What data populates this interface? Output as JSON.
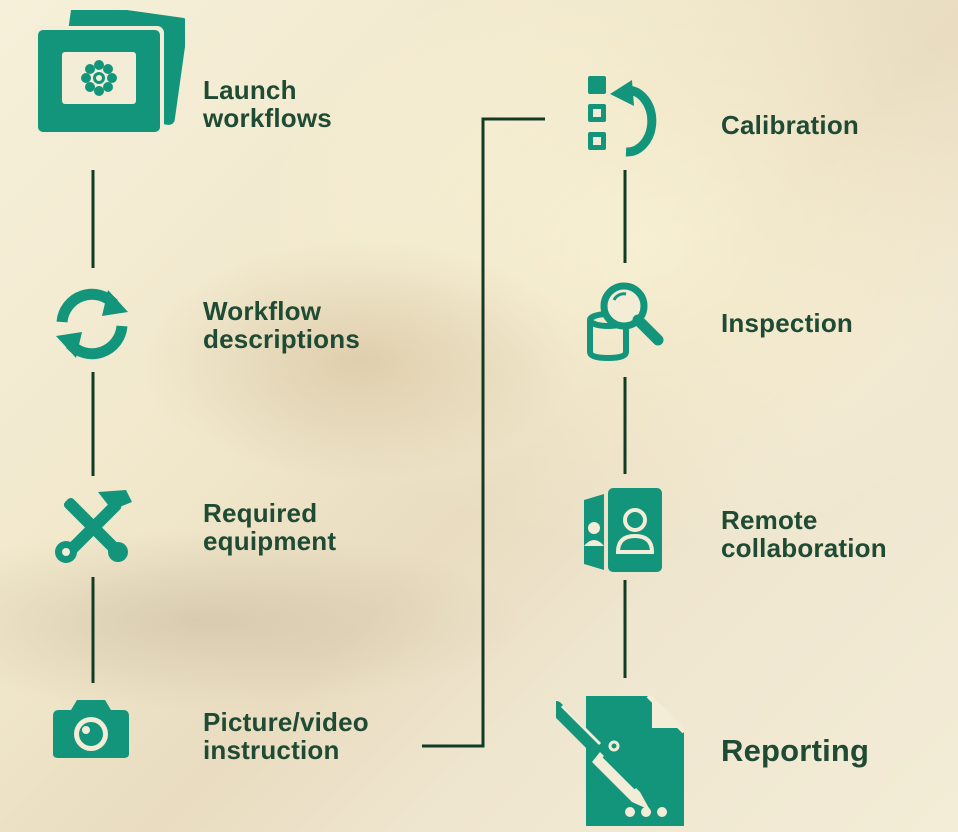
{
  "colors": {
    "teal": "#13957c",
    "text": "#1f4a33",
    "line": "#123b26"
  },
  "steps": [
    {
      "label": "Launch\nworkflows",
      "icon": "photo-gallery-icon"
    },
    {
      "label": "Workflow\ndescriptions",
      "icon": "refresh-cycle-icon"
    },
    {
      "label": "Required\nequipment",
      "icon": "hammer-wrench-tools-icon"
    },
    {
      "label": "Picture/video\ninstruction",
      "icon": "camera-icon"
    },
    {
      "label": "Calibration",
      "icon": "checklist-rotate-icon"
    },
    {
      "label": "Inspection",
      "icon": "database-search-icon"
    },
    {
      "label": "Remote\ncollaboration",
      "icon": "contact-book-icon"
    },
    {
      "label": "Reporting",
      "icon": "document-pen-icon"
    }
  ]
}
